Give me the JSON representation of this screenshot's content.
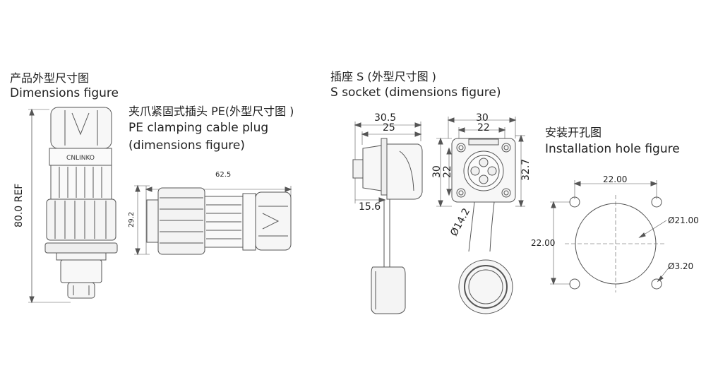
{
  "sections": {
    "dimensions": {
      "title_cn": "产品外型尺寸图",
      "title_en": "Dimensions figure",
      "overall_ref": "80.0 REF"
    },
    "plug": {
      "title_cn": "夹爪紧固式插头 PE(外型尺寸图 )",
      "title_en_1": "PE clamping cable plug",
      "title_en_2": "(dimensions figure)",
      "length": "62.5",
      "diameter": "29.2"
    },
    "socket": {
      "title_cn": "插座 S (外型尺寸图 )",
      "title_en": "S socket (dimensions figure)",
      "flange_depth": "30.5",
      "body_depth": "25",
      "panel_offset": "15.6",
      "flange_width": "30",
      "hole_pitch_x": "22",
      "flange_height": "30",
      "hole_pitch_y": "22",
      "overall_height": "32.7",
      "thread_dia": "Ø14.2"
    },
    "install": {
      "title_cn": "安装开孔图",
      "title_en": "Installation hole figure",
      "pitch_x": "22.00",
      "pitch_y": "22.00",
      "cutout_dia": "Ø21.00",
      "hole_dia": "Ø3.20"
    }
  }
}
